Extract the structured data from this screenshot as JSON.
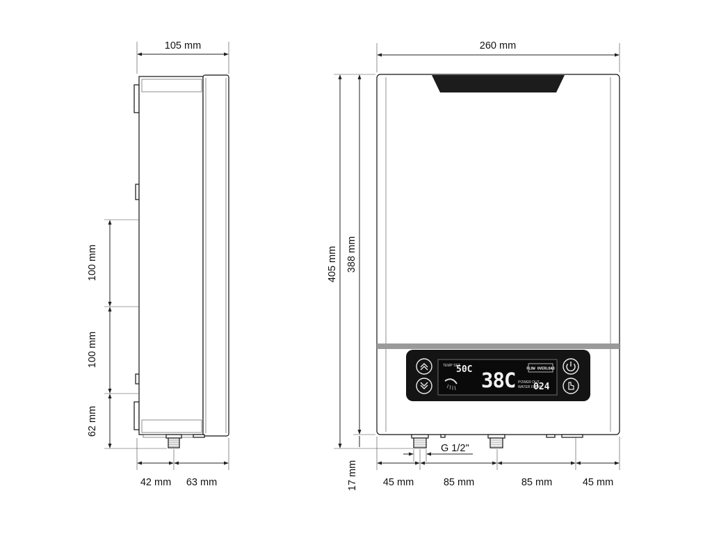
{
  "dimensions": {
    "side_width": "105 mm",
    "front_width": "260 mm",
    "spacing_upper": "100 mm",
    "spacing_lower": "100 mm",
    "bottom_offset": "62 mm",
    "side_bottom_left": "42 mm",
    "side_bottom_right": "63 mm",
    "total_height": "405 mm",
    "body_height": "388 mm",
    "pipe_protrusion": "17 mm",
    "front_bottom_1": "45 mm",
    "front_bottom_2": "85 mm",
    "front_bottom_3": "85 mm",
    "front_bottom_4": "45 mm",
    "thread": "G 1/2\""
  },
  "display": {
    "set_temp": "50C",
    "main_temp": "38C",
    "badge": "FLOW OVERLOAD",
    "counter": "024",
    "set_label": "TEMP SET",
    "counter_label_1": "POWER OUT",
    "counter_label_2": "WATER FLOW"
  },
  "buttons": {
    "up": "up-chevron",
    "down": "down-chevron",
    "power": "power",
    "touch": "touch"
  }
}
